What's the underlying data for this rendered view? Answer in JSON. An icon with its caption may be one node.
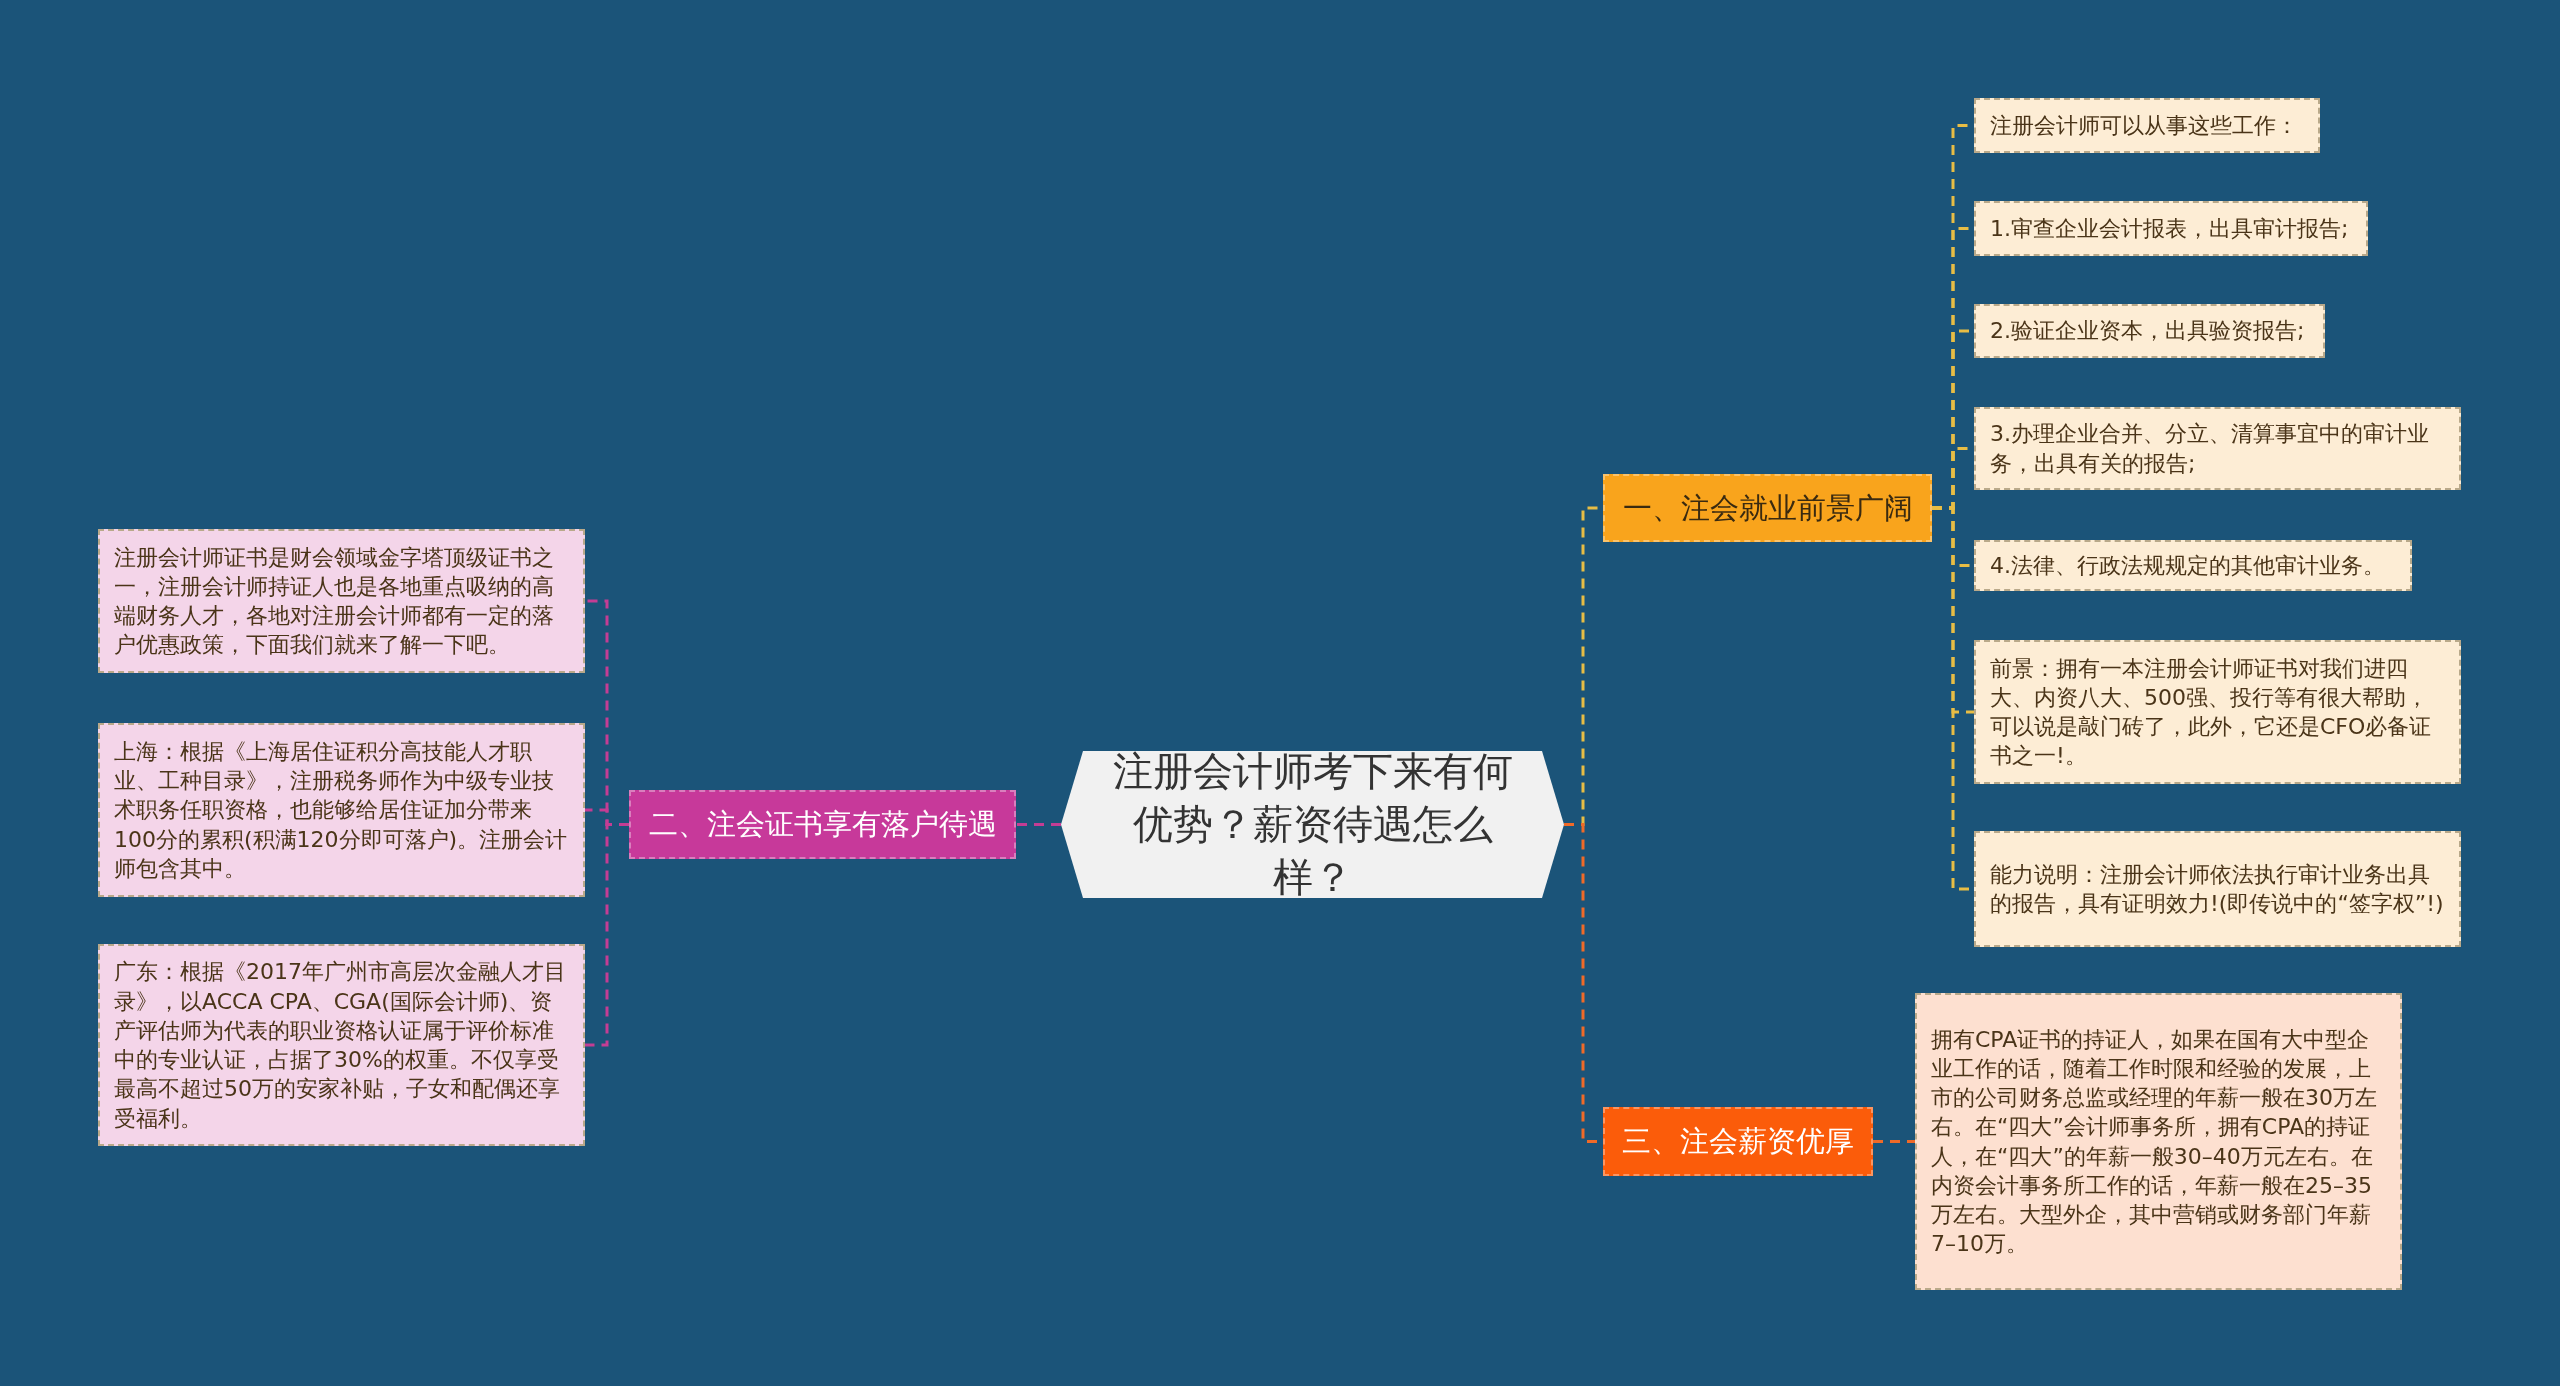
{
  "diagram": {
    "nodes": [
      {
        "text": [
          "注册会计师考下来有何优势？薪资待遇怎么样？"
        ]
      },
      {
        "text": [
          "一、注会就业前景广阔"
        ]
      },
      {
        "text": [
          "注册会计师可以从事这些工作："
        ]
      },
      {
        "text": [
          "1.审查企业会计报表，出具审计报告;"
        ]
      },
      {
        "text": [
          "2.验证企业资本，出具验资报告;"
        ]
      },
      {
        "text": [
          "3.办理企业合并、分立、清算事宜中的审计业务，出具有关的报告;"
        ]
      },
      {
        "text": [
          "4.法律、行政法规规定的其他审计业务。"
        ]
      },
      {
        "text": [
          "前景：拥有一本注册会计师证书对我们进四大、内资八大、500强、投行等有很大帮助，可以说是敲门砖了，此外，它还是CFO必备证书之一!。"
        ]
      },
      {
        "text": [
          "能力说明：注册会计师依法执行审计业务出具的报告，具有证明效力!(即传说中的“签字权”!)"
        ]
      },
      {
        "text": [
          "三、注会薪资优厚"
        ]
      },
      {
        "text": [
          "拥有CPA证书的持证人，如果在国有大中型企业工作的话，随着工作时限和经验的发展，上市的公司财务总监或经理的年薪一般在30万左右。在“四大”会计师事务所，拥有CPA的持证人，在“四大”的年薪一般30–40万元左右。在内资会计事务所工作的话，年薪一般在25–35万左右。大型外企，其中营销或财务部门年薪7–10万。"
        ]
      },
      {
        "text": [
          "二、注会证书享有落户待遇"
        ]
      },
      {
        "text": [
          "注册会计师证书是财会领域金字塔顶级证书之一，注册会计师持证人也是各地重点吸纳的高端财务人才，各地对注册会计师都有一定的落户优惠政策，下面我们就来了解一下吧。"
        ]
      },
      {
        "text": [
          "上海：根据《上海居住证积分高技能人才职业、工种目录》，注册税务师作为中级专业技术职务任职资格，也能够给居住证加分带来100分的累积(积满120分即可落户)。注册会计师包含其中。"
        ]
      },
      {
        "text": [
          "广东：根据《2017年广州市高层次金融人才目录》，以ACCA CPA、CGA(国际会计师)、资产评估师为代表的职业资格认证属于评价标准中的专业认证，占据了30%的权重。不仅享受最高不超过50万的安家补贴，子女和配偶还享受福利。"
        ]
      }
    ],
    "edges": [
      {
        "from": 0,
        "to": 1,
        "arrow": "none",
        "style": "dashed"
      },
      {
        "from": 1,
        "to": 2,
        "arrow": "none",
        "style": "dashed"
      },
      {
        "from": 1,
        "to": 3,
        "arrow": "none",
        "style": "dashed"
      },
      {
        "from": 1,
        "to": 4,
        "arrow": "none",
        "style": "dashed"
      },
      {
        "from": 1,
        "to": 5,
        "arrow": "none",
        "style": "dashed"
      },
      {
        "from": 1,
        "to": 6,
        "arrow": "none",
        "style": "dashed"
      },
      {
        "from": 1,
        "to": 7,
        "arrow": "none",
        "style": "dashed"
      },
      {
        "from": 1,
        "to": 8,
        "arrow": "none",
        "style": "dashed"
      },
      {
        "from": 0,
        "to": 9,
        "arrow": "none",
        "style": "dashed",
        "color": "#f06a28"
      },
      {
        "from": 9,
        "to": 10,
        "arrow": "none",
        "style": "dashed",
        "color": "#f06a28"
      },
      {
        "from": 0,
        "to": 11,
        "arrow": "none",
        "style": "dashed",
        "color": "#c43d94"
      },
      {
        "from": 11,
        "to": 12,
        "arrow": "none",
        "style": "dashed",
        "color": "#c43d94"
      },
      {
        "from": 11,
        "to": 13,
        "arrow": "none",
        "style": "dashed",
        "color": "#c43d94"
      },
      {
        "from": 11,
        "to": 14,
        "arrow": "none",
        "style": "dashed",
        "color": "#c43d94"
      }
    ]
  }
}
